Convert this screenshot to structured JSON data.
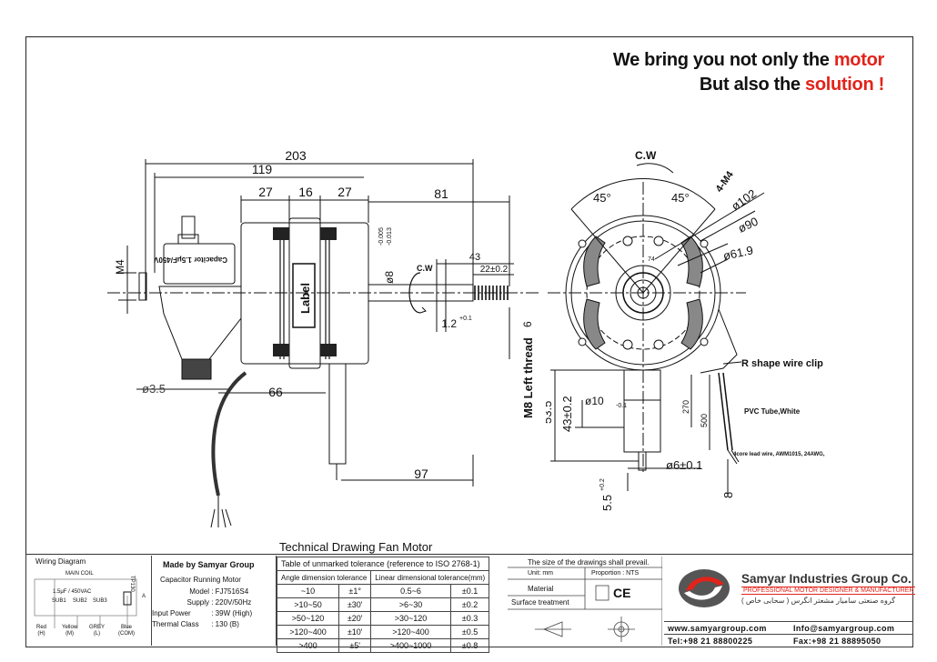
{
  "headline": {
    "line1_pre": "We bring you not only the ",
    "line1_accent": "motor",
    "line2_pre": "But also the ",
    "line2_accent": "solution !"
  },
  "dimensions": {
    "total_length": "203",
    "length_119": "119",
    "seg1": "27",
    "seg2": "16",
    "seg3": "27",
    "shaft_81": "81",
    "shaft_43": "43",
    "thread_22": "22±0.2",
    "m4": "M4",
    "shaft_dia": "ø8",
    "shaft_dia_tol_top": "-0.005",
    "shaft_dia_tol_bot": "-0.013",
    "cw_side": "C.W",
    "flat": "1.2",
    "flat_tol": "+0.1",
    "six": "6",
    "m8": "M8 Left thread",
    "hole": "ø3.5",
    "d66": "66",
    "d97": "97",
    "label": "Label",
    "capacitor": "Capacitor 1.5μF/450V"
  },
  "front_view": {
    "cw": "C.W",
    "angle1": "45°",
    "angle2": "45°",
    "holes": "4-M4",
    "d102": "ø102",
    "d90": "ø90",
    "d61": "ø61.9",
    "center_mark": "74",
    "clip": "R shape wire clip",
    "pvc": "PVC Tube,White",
    "lead": "4core lead wire, AWM1015, 24AWG,",
    "d53": "53.5",
    "d43": "43±0.2",
    "d10": "ø10",
    "d10_tol": "-0.1",
    "d270": "270",
    "d500": "500",
    "d6": "ø6±0.1",
    "d55": "5.5",
    "d55_tol": "+0.2",
    "d8": "8"
  },
  "drawing_title": "Technical Drawing Fan Motor",
  "wiring": {
    "title": "Wiring Diagram",
    "main_coil": "MAIN COIL",
    "cap": "1.5μF / 450VAC",
    "sub1": "SUB1",
    "sub2": "SUB2",
    "sub3": "SUB3",
    "tp": "TP130",
    "a": "A",
    "wires": [
      {
        "color": "Red",
        "code": "(H)"
      },
      {
        "color": "Yellow",
        "code": "(M)"
      },
      {
        "color": "GREY",
        "code": "(L)"
      },
      {
        "color": "Blue",
        "code": "(COM)"
      }
    ]
  },
  "spec": {
    "made_by": "Made by Samyar Group",
    "type": "Capacitor Running Motor",
    "rows": [
      {
        "label": "Model",
        "value": ": FJ7516S4"
      },
      {
        "label": "Supply",
        "value": ": 220V/50Hz"
      },
      {
        "label": "Input Power",
        "value": ": 39W (High)"
      },
      {
        "label": "Thermal Class",
        "value": ": 130 (B)"
      }
    ]
  },
  "tolerance": {
    "title": "Table of unmarked tolerance (reference to ISO 2768-1)",
    "angle_header": "Angle dimension tolerance",
    "linear_header": "Linear dimensional tolerance(mm)",
    "rows": [
      [
        "~10",
        "±1°",
        "0.5~6",
        "±0.1"
      ],
      [
        ">10~50",
        "±30'",
        ">6~30",
        "±0.2"
      ],
      [
        ">50~120",
        "±20'",
        ">30~120",
        "±0.3"
      ],
      [
        ">120~400",
        "±10'",
        ">120~400",
        "±0.5"
      ],
      [
        ">400",
        "±5'",
        ">400~1000",
        "±0.8"
      ]
    ]
  },
  "meta": {
    "prevail": "The size of the drawings shall prevail.",
    "unit": "Unit: mm",
    "proportion": "Proportion : NTS",
    "material": "Material",
    "surface": "Surface treatment",
    "ce": "CE"
  },
  "company": {
    "name": "Samyar Industries Group Co.",
    "sub": "PROFESSIONAL MOTOR DESIGNER & MANUFACTURER",
    "fa": "گروه صنعتی سامیار مشعتر انگرس ( سحابی خاص )",
    "web": "www.samyargroup.com",
    "email": "Info@samyargroup.com",
    "tel": "Tel:+98 21 88800225",
    "fax": "Fax:+98 21 88895050"
  },
  "colors": {
    "accent": "#e2231a",
    "line": "#111111"
  }
}
